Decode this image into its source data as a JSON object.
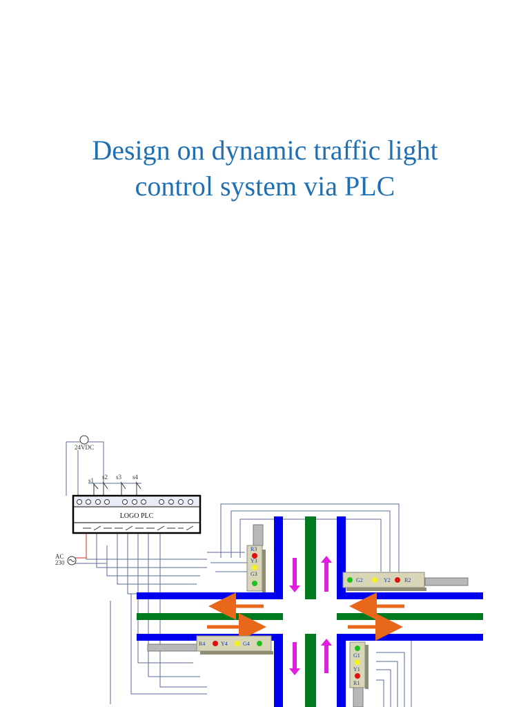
{
  "slide": {
    "title_line1": "Design on dynamic traffic light",
    "title_line2": "control system via PLC"
  },
  "diagram": {
    "power_dc": "24VDC",
    "power_ac_line1": "AC",
    "power_ac_line2": "230",
    "plc_label": "LOGO PLC",
    "sensors": [
      "s1",
      "s2",
      "s3",
      "s4"
    ],
    "signal_north": [
      "R3",
      "Y3",
      "G3"
    ],
    "signal_east": [
      "G2",
      "Y2",
      "R2"
    ],
    "signal_west": [
      "R4",
      "Y4",
      "G4"
    ],
    "signal_south": [
      "G1",
      "Y1",
      "R1"
    ],
    "colors": {
      "title": "#1f6fb3",
      "road_edge": "#0000ee",
      "median": "#007a1e",
      "arrow_horizontal": "#e8671a",
      "arrow_vertical": "#e020e0",
      "signal_box": "#d8d6b6",
      "light_red": "#e01010",
      "light_yellow": "#f2f020",
      "light_green": "#20c020",
      "wire": "#5a6a9a",
      "wire_power": "#e02020"
    }
  }
}
